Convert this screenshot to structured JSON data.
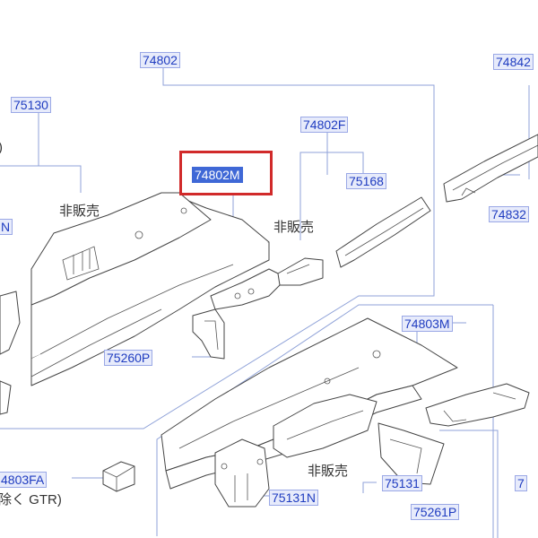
{
  "labels": {
    "l74802": "74802",
    "l75130": "75130",
    "l74802f": "74802F",
    "l74802m": "74802M",
    "l75168": "75168",
    "l74842": "74842",
    "l74832": "74832",
    "l74803m": "74803M",
    "l75260p": "75260P",
    "l74803fa": "4803FA",
    "l75131n": "75131N",
    "l75131": "75131",
    "l75261p": "75261P",
    "lN": "N",
    "lRight": "7"
  },
  "notes": {
    "hanbai1": "非販売",
    "hanbai2": "非販売",
    "hanbai3": "非販売",
    "gtr": "除く GTR)",
    "paren": ")"
  },
  "highlight": {
    "selected_part": "74802M",
    "color": "#d12a2a"
  }
}
